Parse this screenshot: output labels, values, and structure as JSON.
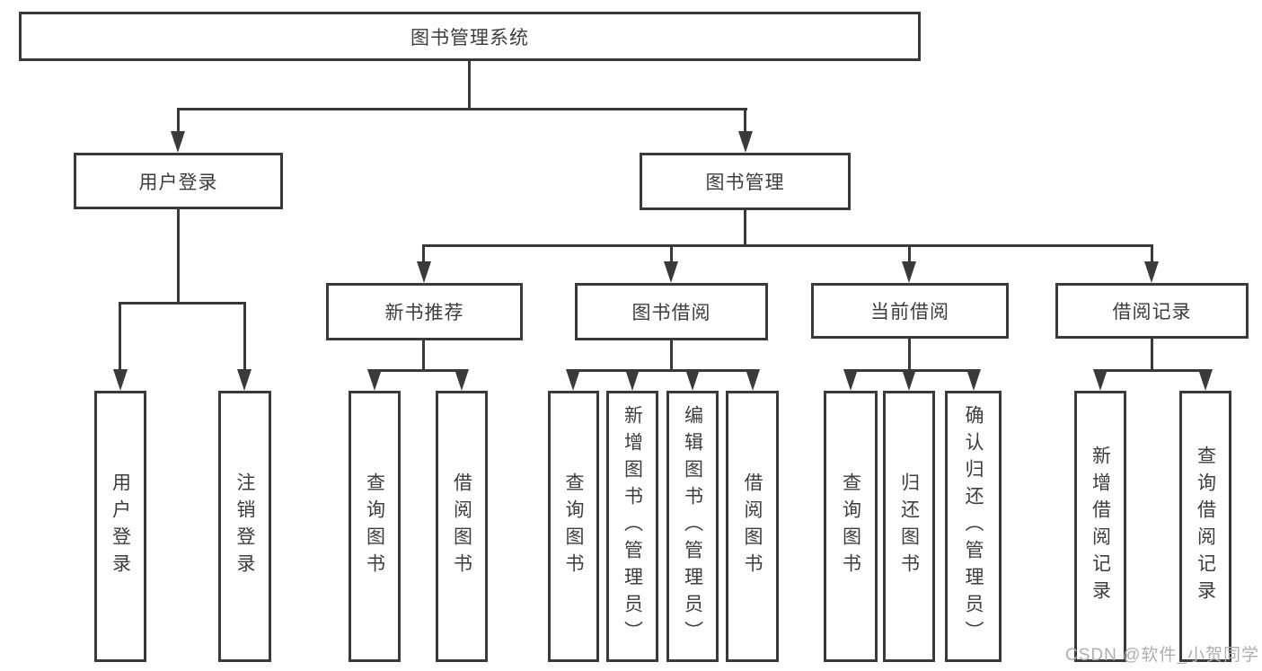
{
  "diagram_type": "functional-structure-tree",
  "tree": {
    "root": {
      "label": "图书管理系统"
    },
    "branches": [
      {
        "label": "用户登录",
        "children": [
          {
            "label": "用户登录"
          },
          {
            "label": "注销登录"
          }
        ]
      },
      {
        "label": "图书管理",
        "children": [
          {
            "label": "新书推荐",
            "children": [
              {
                "label": "查询图书"
              },
              {
                "label": "借阅图书"
              }
            ]
          },
          {
            "label": "图书借阅",
            "children": [
              {
                "label": "查询图书"
              },
              {
                "label": "新增图书（管理员）"
              },
              {
                "label": "编辑图书（管理员）"
              },
              {
                "label": "借阅图书"
              }
            ]
          },
          {
            "label": "当前借阅",
            "children": [
              {
                "label": "查询图书"
              },
              {
                "label": "归还图书"
              },
              {
                "label": "确认归还（管理员）"
              }
            ]
          },
          {
            "label": "借阅记录",
            "children": [
              {
                "label": "新增借阅记录"
              },
              {
                "label": "查询借阅记录"
              }
            ]
          }
        ]
      }
    ]
  },
  "watermark": "CSDN @软件_小贺同学",
  "colors": {
    "line": "#3a3a3a",
    "text": "#3d3d3d",
    "watermark": "#aeaeae",
    "background": "#ffffff"
  }
}
